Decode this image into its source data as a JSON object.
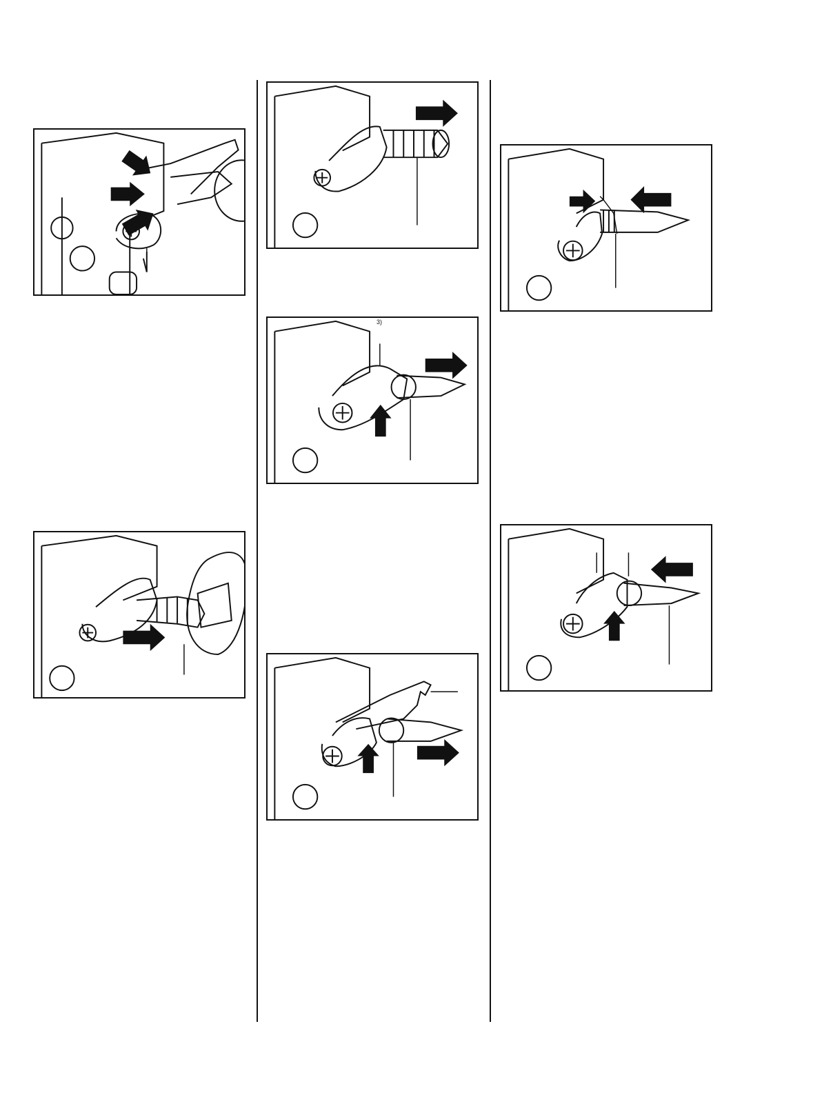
{
  "figures": [
    {
      "id": "fig-1",
      "depicts": "pliers-removing-spring-clip"
    },
    {
      "id": "fig-2",
      "depicts": "spring-coil-removal"
    },
    {
      "id": "fig-3",
      "depicts": "hook-and-pin-tool"
    },
    {
      "id": "fig-4",
      "depicts": "spring-hook-installation"
    },
    {
      "id": "fig-5",
      "depicts": "cap-tool-pressing-spring"
    },
    {
      "id": "fig-6",
      "depicts": "pliers-with-pin-tool"
    },
    {
      "id": "fig-7",
      "depicts": "pin-tool-insertion"
    }
  ],
  "tags": {
    "fig3_tag": "3)"
  },
  "icons": {
    "arrow": "arrow-icon",
    "screw": "screw-icon"
  },
  "colors": {
    "ink": "#111111",
    "paper": "#ffffff"
  }
}
